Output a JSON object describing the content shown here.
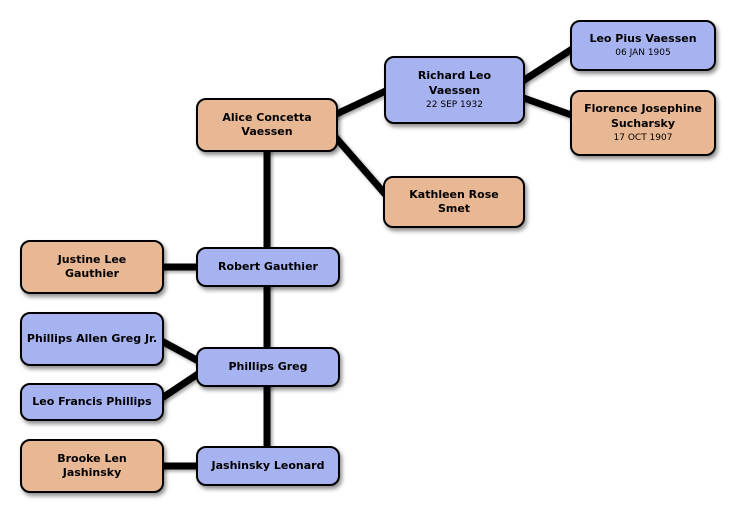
{
  "diagram": {
    "type": "family-tree",
    "colors": {
      "node_blue": "#a7b3f0",
      "node_tan": "#e8b793",
      "border": "#000000",
      "connector": "#000000",
      "background": "#ffffff"
    },
    "nodes": [
      {
        "id": "leo-pius-vaessen",
        "name": "Leo Pius Vaessen",
        "date": "06 JAN 1905",
        "color": "blue"
      },
      {
        "id": "florence-josephine-sucharsky",
        "name": "Florence Josephine Sucharsky",
        "date": "17 OCT 1907",
        "color": "tan"
      },
      {
        "id": "richard-leo-vaessen",
        "name": "Richard Leo Vaessen",
        "date": "22 SEP 1932",
        "color": "blue"
      },
      {
        "id": "alice-concetta-vaessen",
        "name": "Alice Concetta Vaessen",
        "color": "tan"
      },
      {
        "id": "kathleen-rose-smet",
        "name": "Kathleen Rose Smet",
        "color": "tan"
      },
      {
        "id": "justine-lee-gauthier",
        "name": "Justine Lee Gauthier",
        "color": "tan"
      },
      {
        "id": "robert-gauthier",
        "name": "Robert Gauthier",
        "color": "blue"
      },
      {
        "id": "phillips-allen-greg-jr",
        "name": "Phillips Allen Greg Jr.",
        "color": "blue"
      },
      {
        "id": "leo-francis-phillips",
        "name": "Leo Francis Phillips",
        "color": "blue"
      },
      {
        "id": "phillips-greg",
        "name": "Phillips Greg",
        "color": "blue"
      },
      {
        "id": "brooke-len-jashinsky",
        "name": "Brooke Len Jashinsky",
        "color": "tan"
      },
      {
        "id": "jashinsky-leonard",
        "name": "Jashinsky Leonard",
        "color": "blue"
      }
    ],
    "connections": [
      {
        "from": "richard-leo-vaessen",
        "to": "leo-pius-vaessen"
      },
      {
        "from": "richard-leo-vaessen",
        "to": "florence-josephine-sucharsky"
      },
      {
        "from": "alice-concetta-vaessen",
        "to": "richard-leo-vaessen"
      },
      {
        "from": "alice-concetta-vaessen",
        "to": "kathleen-rose-smet"
      },
      {
        "from": "alice-concetta-vaessen",
        "to": "jashinsky-leonard"
      },
      {
        "from": "justine-lee-gauthier",
        "to": "robert-gauthier"
      },
      {
        "from": "phillips-allen-greg-jr",
        "to": "phillips-greg"
      },
      {
        "from": "leo-francis-phillips",
        "to": "phillips-greg"
      },
      {
        "from": "brooke-len-jashinsky",
        "to": "jashinsky-leonard"
      }
    ]
  }
}
